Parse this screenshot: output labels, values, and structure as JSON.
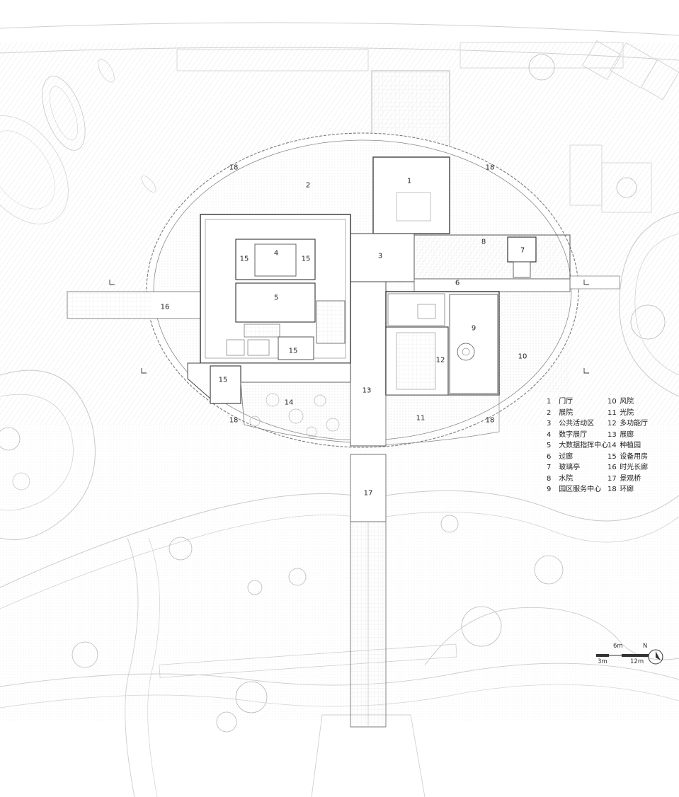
{
  "legend": [
    {
      "num": "1",
      "label": "门厅"
    },
    {
      "num": "2",
      "label": "展院"
    },
    {
      "num": "3",
      "label": "公共活动区"
    },
    {
      "num": "4",
      "label": "数字展厅"
    },
    {
      "num": "5",
      "label": "大数据指挥中心"
    },
    {
      "num": "6",
      "label": "过廊"
    },
    {
      "num": "7",
      "label": "玻璃亭"
    },
    {
      "num": "8",
      "label": "水院"
    },
    {
      "num": "9",
      "label": "园区服务中心"
    },
    {
      "num": "10",
      "label": "风院"
    },
    {
      "num": "11",
      "label": "光院"
    },
    {
      "num": "12",
      "label": "多功能厅"
    },
    {
      "num": "13",
      "label": "展廊"
    },
    {
      "num": "14",
      "label": "种植园"
    },
    {
      "num": "15",
      "label": "设备用房"
    },
    {
      "num": "16",
      "label": "时光长廊"
    },
    {
      "num": "17",
      "label": "景观桥"
    },
    {
      "num": "18",
      "label": "环廊"
    }
  ],
  "plan_labels": {
    "l1": "1",
    "l2": "2",
    "l3": "3",
    "l4": "4",
    "l5": "5",
    "l6": "6",
    "l7": "7",
    "l8": "8",
    "l9": "9",
    "l10": "10",
    "l11": "11",
    "l12": "12",
    "l13": "13",
    "l14": "14",
    "l15a": "15",
    "l15b": "15",
    "l15c": "15",
    "l15d": "15",
    "l16": "16",
    "l17": "17",
    "l18a": "18",
    "l18b": "18",
    "l18c": "18",
    "l18d": "18"
  },
  "scale_bar": {
    "top_label": "6m",
    "left_label": "3m",
    "right_label": "12m",
    "north": "N"
  },
  "colors": {
    "line": "#9a9a9a",
    "dark": "#333333",
    "light": "#d6d6d6",
    "tree": "#b8b8b8"
  }
}
